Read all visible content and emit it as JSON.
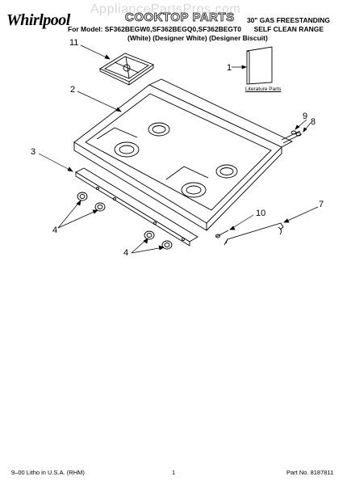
{
  "header": {
    "brand": "Whirlpool",
    "watermark": "AppliancePartsPros.com",
    "title": "COOKTOP PARTS",
    "model_line": "For Model: SF362BEGW0,SF362BEGQ0,SF362BEGT0",
    "variants": "(White)   (Designer White)  (Designer Biscuit)",
    "right_line1": "30\" GAS FREESTANDING",
    "right_line2": "SELF CLEAN RANGE"
  },
  "diagram": {
    "literature_label": "Literature Parts",
    "callouts": [
      "11",
      "1",
      "2",
      "9",
      "8",
      "3",
      "7",
      "10",
      "4",
      "4"
    ]
  },
  "footer": {
    "left": "9–00 Litho in U.S.A. (RHM)",
    "page": "1",
    "part_no": "Part No. 8187811"
  }
}
